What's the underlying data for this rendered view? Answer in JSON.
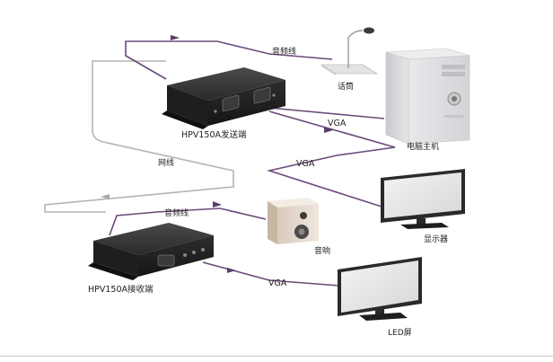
{
  "labels": {
    "audio_top": "音频线",
    "mic": "话筒",
    "vga_pc": "VGA",
    "sender": "HPV150A发送端",
    "pc": "电脑主机",
    "network": "网线",
    "vga_monitor": "VGA",
    "audio_bottom": "音频线",
    "monitor": "显示器",
    "speaker": "音响",
    "vga_led": "VGA",
    "receiver": "HPV150A接收端",
    "led": "LED屏"
  },
  "colors": {
    "cable_purple": "#6b4a7a",
    "cable_gray": "#b4b4b4",
    "device_body": "#2b2b2b",
    "pc_case": "#d9dadd"
  },
  "icons": [
    "microphone-icon",
    "pc-tower-icon",
    "monitor-icon",
    "speaker-icon",
    "led-screen-icon",
    "extender-device-icon"
  ]
}
